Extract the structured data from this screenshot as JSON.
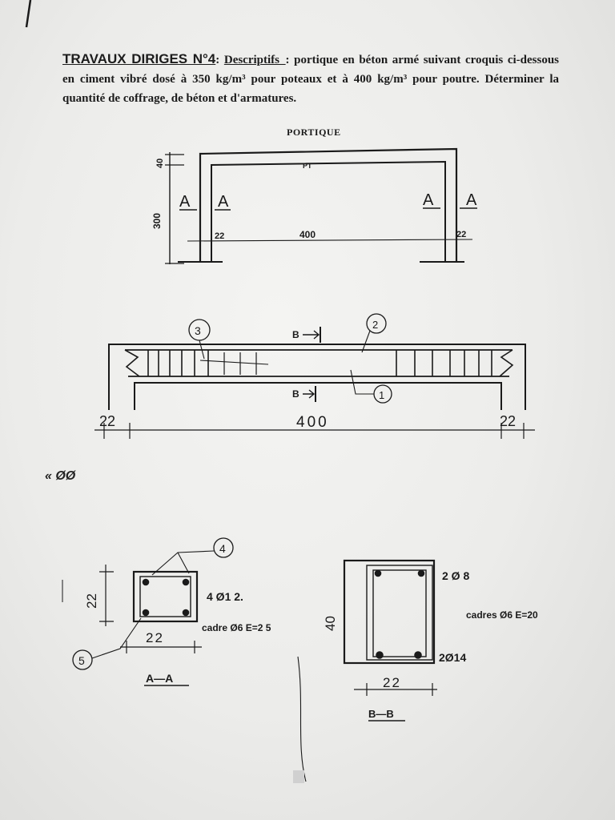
{
  "exercise": {
    "tp_label": "TRAVAUX DIRIGES N°4",
    "separator": ": ",
    "descr_label": "Descriptifs_",
    "descr_separator": ": ",
    "intro_text": "portique en béton armé suivant croquis ci-dessous en ciment vibré dosé à 350 kg/m³ pour poteaux et à 400 kg/m³ pour poutre. Déterminer la quantité de coffrage, de béton et d'armatures."
  },
  "portique": {
    "title": "PORTIQUE",
    "beam_label": "PT",
    "height_label": "300",
    "beam_depth_label": "40",
    "span_label": "400",
    "col_left_label": "22",
    "col_right_label": "22",
    "section_marks": [
      "A",
      "A",
      "A",
      "A"
    ]
  },
  "elevation": {
    "span_label": "400",
    "left_width": "22",
    "right_width": "22",
    "section_b_top": "B",
    "section_b_bottom": "B",
    "callouts": [
      "3",
      "2",
      "1"
    ]
  },
  "stray_mark": "« ØØ",
  "section_aa": {
    "title": "A—A",
    "height": "22",
    "width": "22",
    "rebar": "4 Ø1 2.",
    "stirrups": "cadre Ø6 E=2 5",
    "callouts": [
      "4",
      "5"
    ]
  },
  "section_bb": {
    "title": "B—B",
    "height": "40",
    "width": "22",
    "top_rebar": "2 Ø 8",
    "bottom_rebar": "2Ø14",
    "stirrups": "cadres Ø6 E=20"
  }
}
